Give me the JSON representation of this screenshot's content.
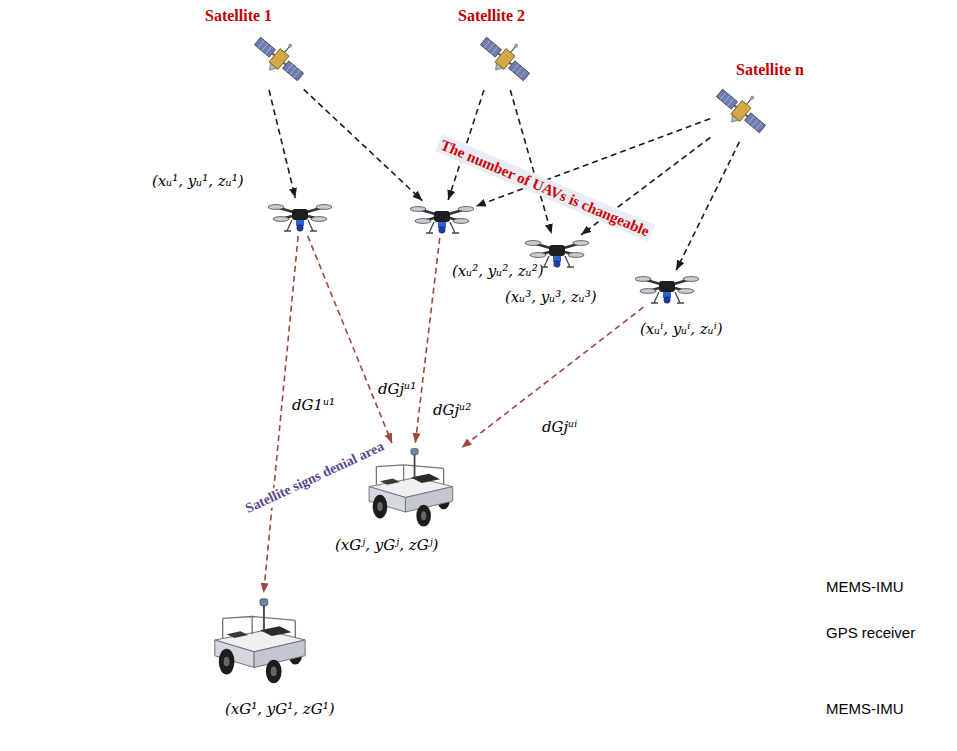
{
  "diagram": {
    "nodes": [
      {
        "text": [
          "Satellite 1"
        ]
      },
      {
        "text": [
          "Satellite 2"
        ]
      },
      {
        "text": [
          "Satellite n"
        ]
      },
      {
        "text": [
          "The number of UAVs is changeable"
        ]
      },
      {
        "text": [
          "(xᵤ¹, yᵤ¹, zᵤ¹)"
        ],
        "in": 3
      },
      {
        "text": [
          "(xᵤ², yᵤ², zᵤ²)"
        ],
        "in": 3
      },
      {
        "text": [
          "(xᵤ³, yᵤ³, zᵤ³)"
        ],
        "in": 3
      },
      {
        "text": [
          "(xᵤⁱ, yᵤⁱ, zᵤⁱ)"
        ],
        "in": 3
      },
      {
        "text": [
          "(xGʲ, yGʲ, zGʲ)"
        ]
      },
      {
        "text": [
          "(xG¹, yG¹, zG¹)"
        ]
      }
    ],
    "edges": [
      {
        "from": 0,
        "to": 4,
        "arrow": "to"
      },
      {
        "from": 0,
        "to": 5,
        "arrow": "to"
      },
      {
        "from": 1,
        "to": 5,
        "arrow": "to"
      },
      {
        "from": 1,
        "to": 6,
        "arrow": "to"
      },
      {
        "from": 2,
        "to": 5,
        "arrow": "to"
      },
      {
        "from": 2,
        "to": 6,
        "arrow": "to"
      },
      {
        "from": 2,
        "to": 7,
        "arrow": "to"
      },
      {
        "from": 4,
        "to": 9,
        "label": "dG1ᵘ¹",
        "arrow": "to"
      },
      {
        "from": 4,
        "to": 8,
        "label": "dGjᵘ¹",
        "arrow": "to"
      },
      {
        "from": 5,
        "to": 8,
        "label": "dGjᵘ²",
        "arrow": "to"
      },
      {
        "from": 7,
        "to": 8,
        "label": "dGjᵘⁱ",
        "arrow": "to"
      }
    ],
    "labels": [
      "Satellite signs denial area"
    ],
    "legend": [
      {
        "text": "MEMS-IMU"
      },
      {
        "text": "GPS receiver"
      },
      {
        "text": "MEMS-IMU"
      }
    ]
  }
}
